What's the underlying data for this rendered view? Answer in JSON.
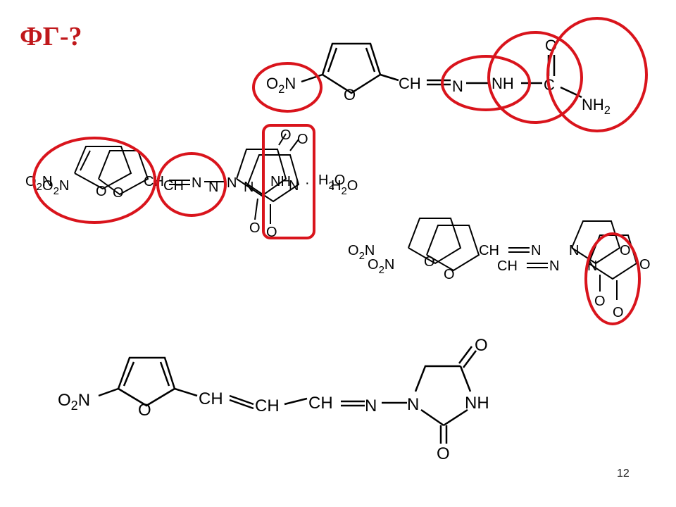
{
  "slide": {
    "title": "ФГ-?",
    "page_number": "12"
  },
  "labels": {
    "o2n": "O2N",
    "o": "O",
    "ch": "CH",
    "n": "N",
    "nh": "NH",
    "c": "C",
    "nh2": "NH2",
    "h2o": "H2O",
    "dot": "·"
  },
  "colors": {
    "highlight": "#d9141c",
    "bond": "#000000",
    "title": "#c0181b"
  }
}
